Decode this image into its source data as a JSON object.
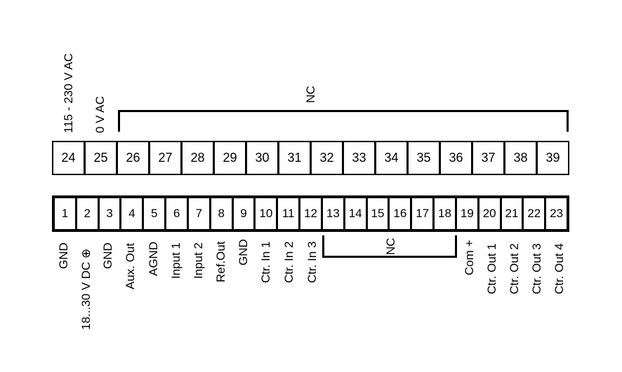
{
  "diagram": {
    "type": "terminal-pinout",
    "top_labels": {
      "t24": "115 - 230 V AC",
      "t25": "0 V AC",
      "nc_group": "NC"
    },
    "top_terminals": [
      "24",
      "25",
      "26",
      "27",
      "28",
      "29",
      "30",
      "31",
      "32",
      "33",
      "34",
      "35",
      "36",
      "37",
      "38",
      "39"
    ],
    "bottom_terminals": [
      "1",
      "2",
      "3",
      "4",
      "5",
      "6",
      "7",
      "8",
      "9",
      "10",
      "11",
      "12",
      "13",
      "14",
      "15",
      "16",
      "17",
      "18",
      "19",
      "20",
      "21",
      "22",
      "23"
    ],
    "bottom_labels": {
      "t1": "GND",
      "t2": "18...30 V DC ⊕",
      "t3": "GND",
      "t4": "Aux. Out",
      "t5": "AGND",
      "t6": "Input 1",
      "t7": "Input 2",
      "t8": "Ref.Out",
      "t9": "GND",
      "t10": "Ctr. In 1",
      "t11": "Ctr. In 2",
      "t12": "Ctr. In 3",
      "nc_group": "NC",
      "t19": "Com +",
      "t20": "Ctr. Out 1",
      "t21": "Ctr. Out 2",
      "t22": "Ctr. Out 3",
      "t23": "Ctr. Out 4"
    },
    "colors": {
      "line": "#000000",
      "background": "#ffffff"
    }
  }
}
